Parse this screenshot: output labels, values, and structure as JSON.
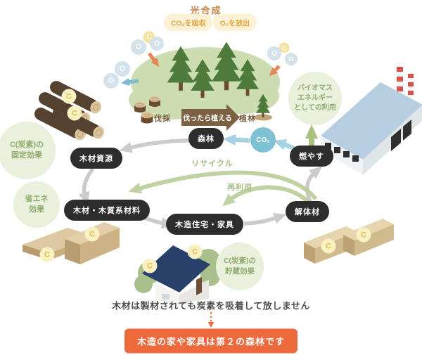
{
  "title": {
    "photosynthesis": "光合成"
  },
  "badges": {
    "co2_absorb": "CO₂を吸収",
    "o2_release": "O₂を放出"
  },
  "forest_area": {
    "logging": "伐採",
    "replant": "伐ったら植える",
    "afforestation": "植林"
  },
  "nodes": {
    "forest": "森林",
    "co2": "CO₂",
    "wood_resource": "木材資源",
    "wood_materials": "木材・木質系材料",
    "wooden_house_furniture": "木造住宅・家具",
    "demolition_material": "解体材",
    "burn": "燃やす"
  },
  "effects": {
    "biomass": {
      "l1": "バイオマス",
      "l2": "エネルギー",
      "l3": "としての利用"
    },
    "carbon_fixation": {
      "l1": "C(炭素)の",
      "l2": "固定効果"
    },
    "energy_saving": {
      "l1": "省エネ",
      "l2": "効果"
    },
    "carbon_storage": {
      "l1": "C(炭素)の",
      "l2": "貯蔵効果"
    }
  },
  "flow_labels": {
    "recycle": "リサイクル",
    "reuse": "再利用"
  },
  "molecules": {
    "c": "C",
    "o": "O"
  },
  "footer": {
    "note": "木材は製材されても炭素を吸着して放しません",
    "banner": "木造の家や家具は第２の森林です"
  },
  "colors": {
    "accent_orange": "#ee6a3c",
    "node_black": "#2d2d2d",
    "effect_green_bg": "#e9f0db",
    "effect_green_text": "#90ad6e",
    "co2_blue": "#7fc2d6",
    "arrow_gray": "#c9c9c9",
    "arrow_blue": "#a5d3e3",
    "arrow_green": "#b9cf99"
  }
}
